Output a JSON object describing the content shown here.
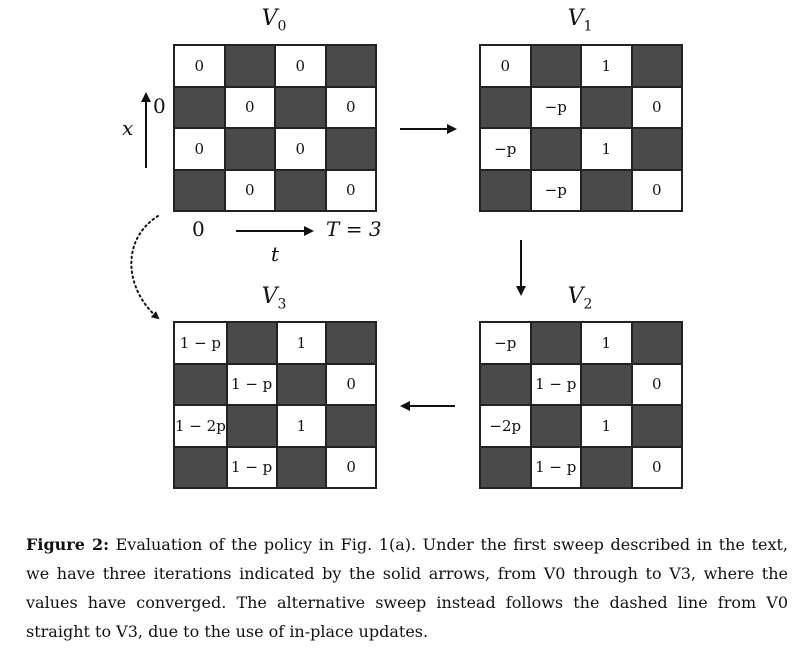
{
  "grids": {
    "v0": {
      "name": "V",
      "sub": "0",
      "cells": [
        [
          "0",
          "",
          "0",
          ""
        ],
        [
          "",
          "0",
          "",
          "0"
        ],
        [
          "0",
          "",
          "0",
          ""
        ],
        [
          "",
          "0",
          "",
          "0"
        ]
      ]
    },
    "v1": {
      "name": "V",
      "sub": "1",
      "cells": [
        [
          "0",
          "",
          "1",
          ""
        ],
        [
          "",
          "−p",
          "",
          "0"
        ],
        [
          "−p",
          "",
          "1",
          ""
        ],
        [
          "",
          "−p",
          "",
          "0"
        ]
      ]
    },
    "v2": {
      "name": "V",
      "sub": "2",
      "cells": [
        [
          "−p",
          "",
          "1",
          ""
        ],
        [
          "",
          "1 − p",
          "",
          "0"
        ],
        [
          "−2p",
          "",
          "1",
          ""
        ],
        [
          "",
          "1 − p",
          "",
          "0"
        ]
      ]
    },
    "v3": {
      "name": "V",
      "sub": "3",
      "cells": [
        [
          "1 − p",
          "",
          "1",
          ""
        ],
        [
          "",
          "1 − p",
          "",
          "0"
        ],
        [
          "1 − 2p",
          "",
          "1",
          ""
        ],
        [
          "",
          "1 − p",
          "",
          "0"
        ]
      ]
    }
  },
  "axes": {
    "x_label": "x",
    "x_zero": "0",
    "t_zero": "0",
    "t_label": "t",
    "t_end": "T = 3"
  },
  "caption": {
    "label": "Figure 2:",
    "text": "Evaluation of the policy in Fig. 1(a). Under the first sweep described in the text, we have three iterations indicated by the solid arrows, from V0 through to V3, where the values have converged. The alternative sweep instead follows the dashed line from V0 straight to V3, due to the use of in-place updates."
  }
}
